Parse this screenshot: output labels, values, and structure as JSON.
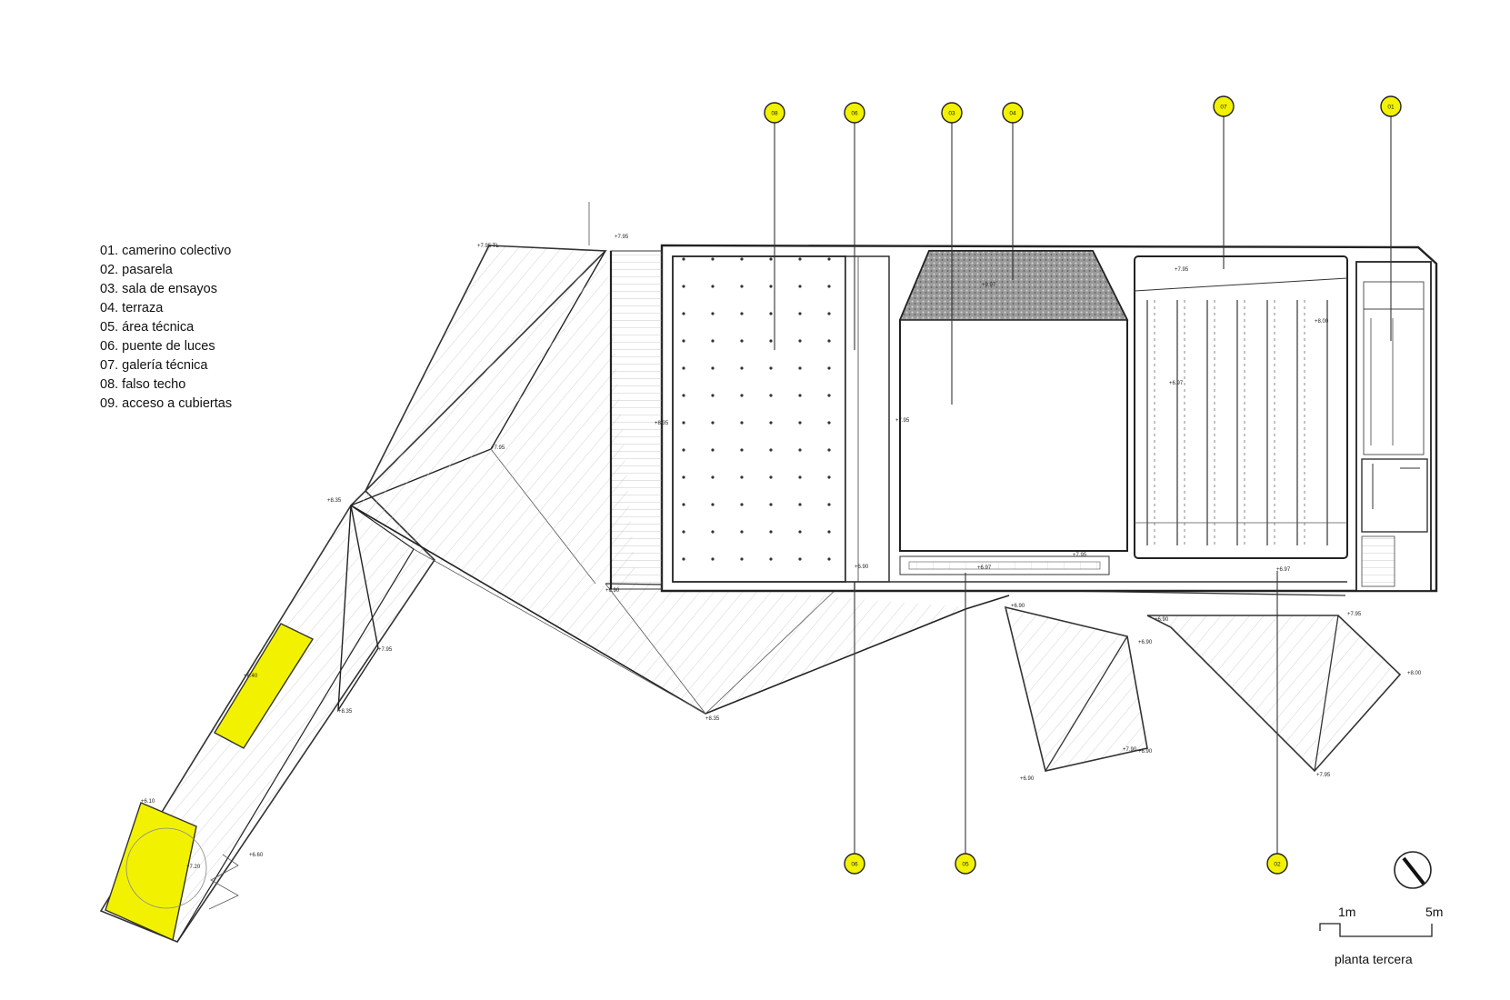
{
  "legend": [
    "01. camerino colectivo",
    "02. pasarela",
    "03. sala de ensayos",
    "04. terraza",
    "05. área técnica",
    "06. puente de luces",
    "07. galería técnica",
    "08. falso techo",
    "09. acceso a cubiertas"
  ],
  "colors": {
    "highlight": "#f2f200",
    "line": "#222222",
    "hatch": "#bbbbbb"
  },
  "tags": [
    {
      "label": "08",
      "top": true
    },
    {
      "label": "06",
      "top": true
    },
    {
      "label": "03",
      "top": true
    },
    {
      "label": "04",
      "top": true
    },
    {
      "label": "07",
      "top": true
    },
    {
      "label": "01",
      "top": true
    },
    {
      "label": "06",
      "top": false
    },
    {
      "label": "05",
      "top": false
    },
    {
      "label": "02",
      "top": false
    }
  ],
  "levels": [
    "+7.95 TL",
    "+7.95",
    "+8.35",
    "+7.95",
    "+8.35",
    "+7.95",
    "+8.35",
    "+6.90",
    "+8.35",
    "+6.40",
    "+6.10",
    "+6.60",
    "+6.90",
    "+6.97",
    "+9.97",
    "+6.97",
    "+6.97",
    "+7.95",
    "+6.90",
    "+6.90",
    "+6.90",
    "+6.90",
    "+6.90",
    "+7.95",
    "+8.00",
    "+7.95",
    "+7.95",
    "+7.20",
    "+8.00",
    "+7.90",
    "+7.95"
  ],
  "scale": {
    "label_1": "1m",
    "label_5": "5m",
    "caption": "planta tercera"
  },
  "compass_icon": "north-arrow-icon"
}
